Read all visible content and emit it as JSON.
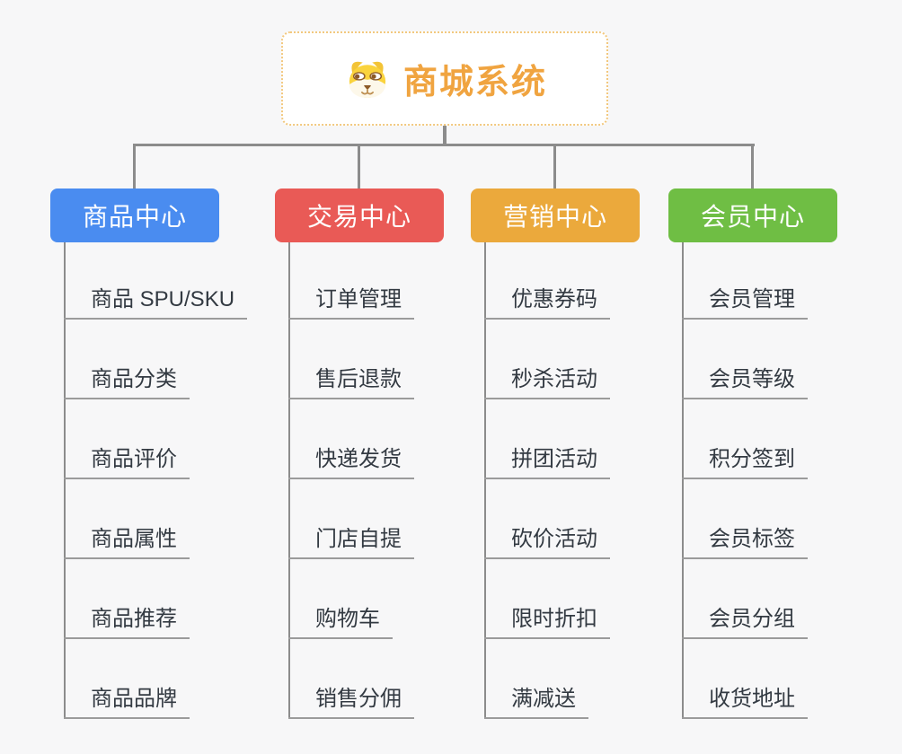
{
  "canvas": {
    "background": "#f7f7f8",
    "connector_color": "#8c8c8c",
    "leaf_text_color": "#333a42",
    "leaf_underline_color": "#9b9b9b"
  },
  "root": {
    "title": "商城系统",
    "icon": "shiba-dog-icon",
    "title_color": "#f0a440",
    "border_color": "#f2c87e",
    "background": "#ffffff"
  },
  "branches": [
    {
      "label": "商品中心",
      "color": "#4a8cf0",
      "items": [
        "商品 SPU/SKU",
        "商品分类",
        "商品评价",
        "商品属性",
        "商品推荐",
        "商品品牌"
      ]
    },
    {
      "label": "交易中心",
      "color": "#e95a56",
      "items": [
        "订单管理",
        "售后退款",
        "快递发货",
        "门店自提",
        "购物车",
        "销售分佣"
      ]
    },
    {
      "label": "营销中心",
      "color": "#eba93c",
      "items": [
        "优惠券码",
        "秒杀活动",
        "拼团活动",
        "砍价活动",
        "限时折扣",
        "满减送"
      ]
    },
    {
      "label": "会员中心",
      "color": "#6fbe44",
      "items": [
        "会员管理",
        "会员等级",
        "积分签到",
        "会员标签",
        "会员分组",
        "收货地址"
      ]
    }
  ]
}
